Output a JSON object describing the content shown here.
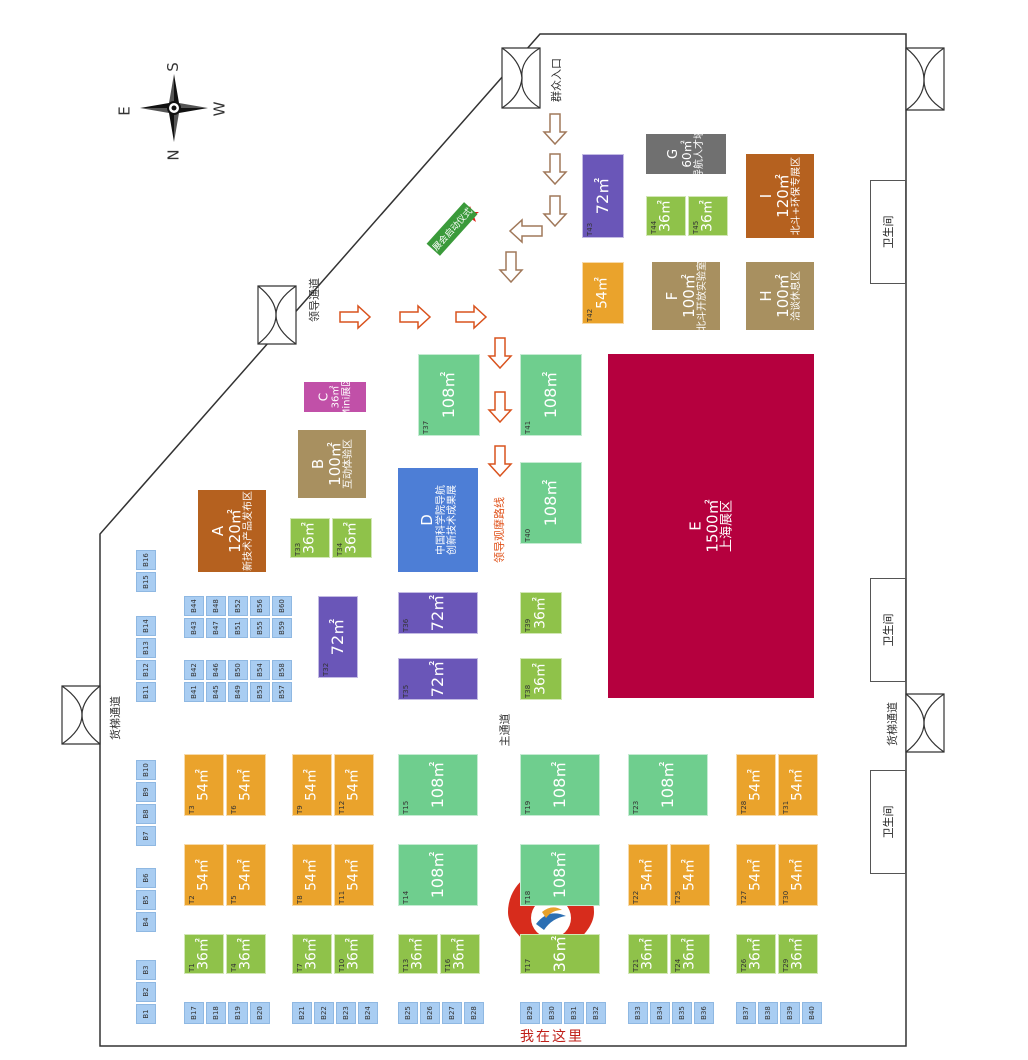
{
  "labels": {
    "public_entrance": "群众入口",
    "leader_channel": "领导通道",
    "freight_left": "货梯通道",
    "freight_right": "货梯通道",
    "main_aisle": "主通道",
    "leader_route": "领导观摩路线",
    "ceremony": "展会启动仪式",
    "you_are_here": "我在这里",
    "restroom": "卫生间"
  },
  "compass": {
    "n": "N",
    "s": "S",
    "e": "E",
    "w": "W"
  },
  "zones": {
    "A": {
      "letter": "A",
      "area": "120㎡",
      "name": "新技术产品发布区"
    },
    "B": {
      "letter": "B",
      "area": "100㎡",
      "name": "互动体验区"
    },
    "C": {
      "letter": "C",
      "area": "36㎡",
      "name": "Mini展区"
    },
    "D": {
      "letter": "D",
      "area": "",
      "name1": "中国科学院导航",
      "name2": "创新技术成果展"
    },
    "E": {
      "letter": "E",
      "area": "1500㎡",
      "name": "上海展区"
    },
    "F": {
      "letter": "F",
      "area": "100㎡",
      "name": "北斗开放实验室"
    },
    "G": {
      "letter": "G",
      "area": "60㎡",
      "name": "导航人才墙"
    },
    "H": {
      "letter": "H",
      "area": "100㎡",
      "name": "洽谈休息区"
    },
    "I": {
      "letter": "I",
      "area": "120㎡",
      "name": "北斗+环保专展区"
    }
  },
  "booths": [
    {
      "code": "T43",
      "area": "72㎡"
    },
    {
      "code": "T44",
      "area": "36㎡"
    },
    {
      "code": "T45",
      "area": "36㎡"
    },
    {
      "code": "T42",
      "area": "54㎡"
    },
    {
      "code": "T37",
      "area": "108㎡"
    },
    {
      "code": "T41",
      "area": "108㎡"
    },
    {
      "code": "T40",
      "area": "108㎡"
    },
    {
      "code": "T33",
      "area": "36㎡"
    },
    {
      "code": "T34",
      "area": "36㎡"
    },
    {
      "code": "T36",
      "area": "72㎡"
    },
    {
      "code": "T35",
      "area": "72㎡"
    },
    {
      "code": "T32",
      "area": "72㎡"
    },
    {
      "code": "T39",
      "area": "36㎡"
    },
    {
      "code": "T38",
      "area": "36㎡"
    },
    {
      "code": "T3",
      "area": "54㎡"
    },
    {
      "code": "T6",
      "area": "54㎡"
    },
    {
      "code": "T9",
      "area": "54㎡"
    },
    {
      "code": "T12",
      "area": "54㎡"
    },
    {
      "code": "T15",
      "area": "108㎡"
    },
    {
      "code": "T19",
      "area": "108㎡"
    },
    {
      "code": "T23",
      "area": "108㎡"
    },
    {
      "code": "T28",
      "area": "54㎡"
    },
    {
      "code": "T31",
      "area": "54㎡"
    },
    {
      "code": "T2",
      "area": "54㎡"
    },
    {
      "code": "T5",
      "area": "54㎡"
    },
    {
      "code": "T8",
      "area": "54㎡"
    },
    {
      "code": "T11",
      "area": "54㎡"
    },
    {
      "code": "T14",
      "area": "108㎡"
    },
    {
      "code": "T18",
      "area": "108㎡"
    },
    {
      "code": "T22",
      "area": "54㎡"
    },
    {
      "code": "T25",
      "area": "54㎡"
    },
    {
      "code": "T27",
      "area": "54㎡"
    },
    {
      "code": "T30",
      "area": "54㎡"
    },
    {
      "code": "T1",
      "area": "36㎡"
    },
    {
      "code": "T4",
      "area": "36㎡"
    },
    {
      "code": "T7",
      "area": "36㎡"
    },
    {
      "code": "T10",
      "area": "36㎡"
    },
    {
      "code": "T13",
      "area": "36㎡"
    },
    {
      "code": "T16",
      "area": "36㎡"
    },
    {
      "code": "T17",
      "area": "36㎡"
    },
    {
      "code": "T21",
      "area": "36㎡"
    },
    {
      "code": "T24",
      "area": "36㎡"
    },
    {
      "code": "T26",
      "area": "36㎡"
    },
    {
      "code": "T29",
      "area": "36㎡"
    }
  ],
  "small_booths": [
    "B16",
    "B15",
    "B14",
    "B13",
    "B12",
    "B11",
    "B10",
    "B9",
    "B8",
    "B7",
    "B6",
    "B5",
    "B4",
    "B3",
    "B2",
    "B1",
    "B44",
    "B48",
    "B52",
    "B56",
    "B60",
    "B43",
    "B47",
    "B51",
    "B55",
    "B59",
    "B42",
    "B46",
    "B50",
    "B54",
    "B58",
    "B41",
    "B45",
    "B49",
    "B53",
    "B57",
    "B17",
    "B18",
    "B19",
    "B20",
    "B21",
    "B22",
    "B23",
    "B24",
    "B25",
    "B26",
    "B27",
    "B28",
    "B29",
    "B30",
    "B31",
    "B32",
    "B33",
    "B34",
    "B35",
    "B36",
    "B37",
    "B38",
    "B39",
    "B40"
  ],
  "colors": {
    "orange": "#eaa32c",
    "green": "#8fc24a",
    "mint": "#6fce8e",
    "purple": "#6a56b8",
    "brown_a": "#b5611f",
    "tan": "#a89060",
    "magenta": "#c150a8",
    "blue_d": "#4d7ed6",
    "crimson": "#b5003e",
    "gray_g": "#707070",
    "arrow": "#d9531e",
    "route": "#e0521a",
    "pin": "#d72c1c",
    "small": "#a9cdf2",
    "ceremony_bg": "#3a9a3a"
  }
}
